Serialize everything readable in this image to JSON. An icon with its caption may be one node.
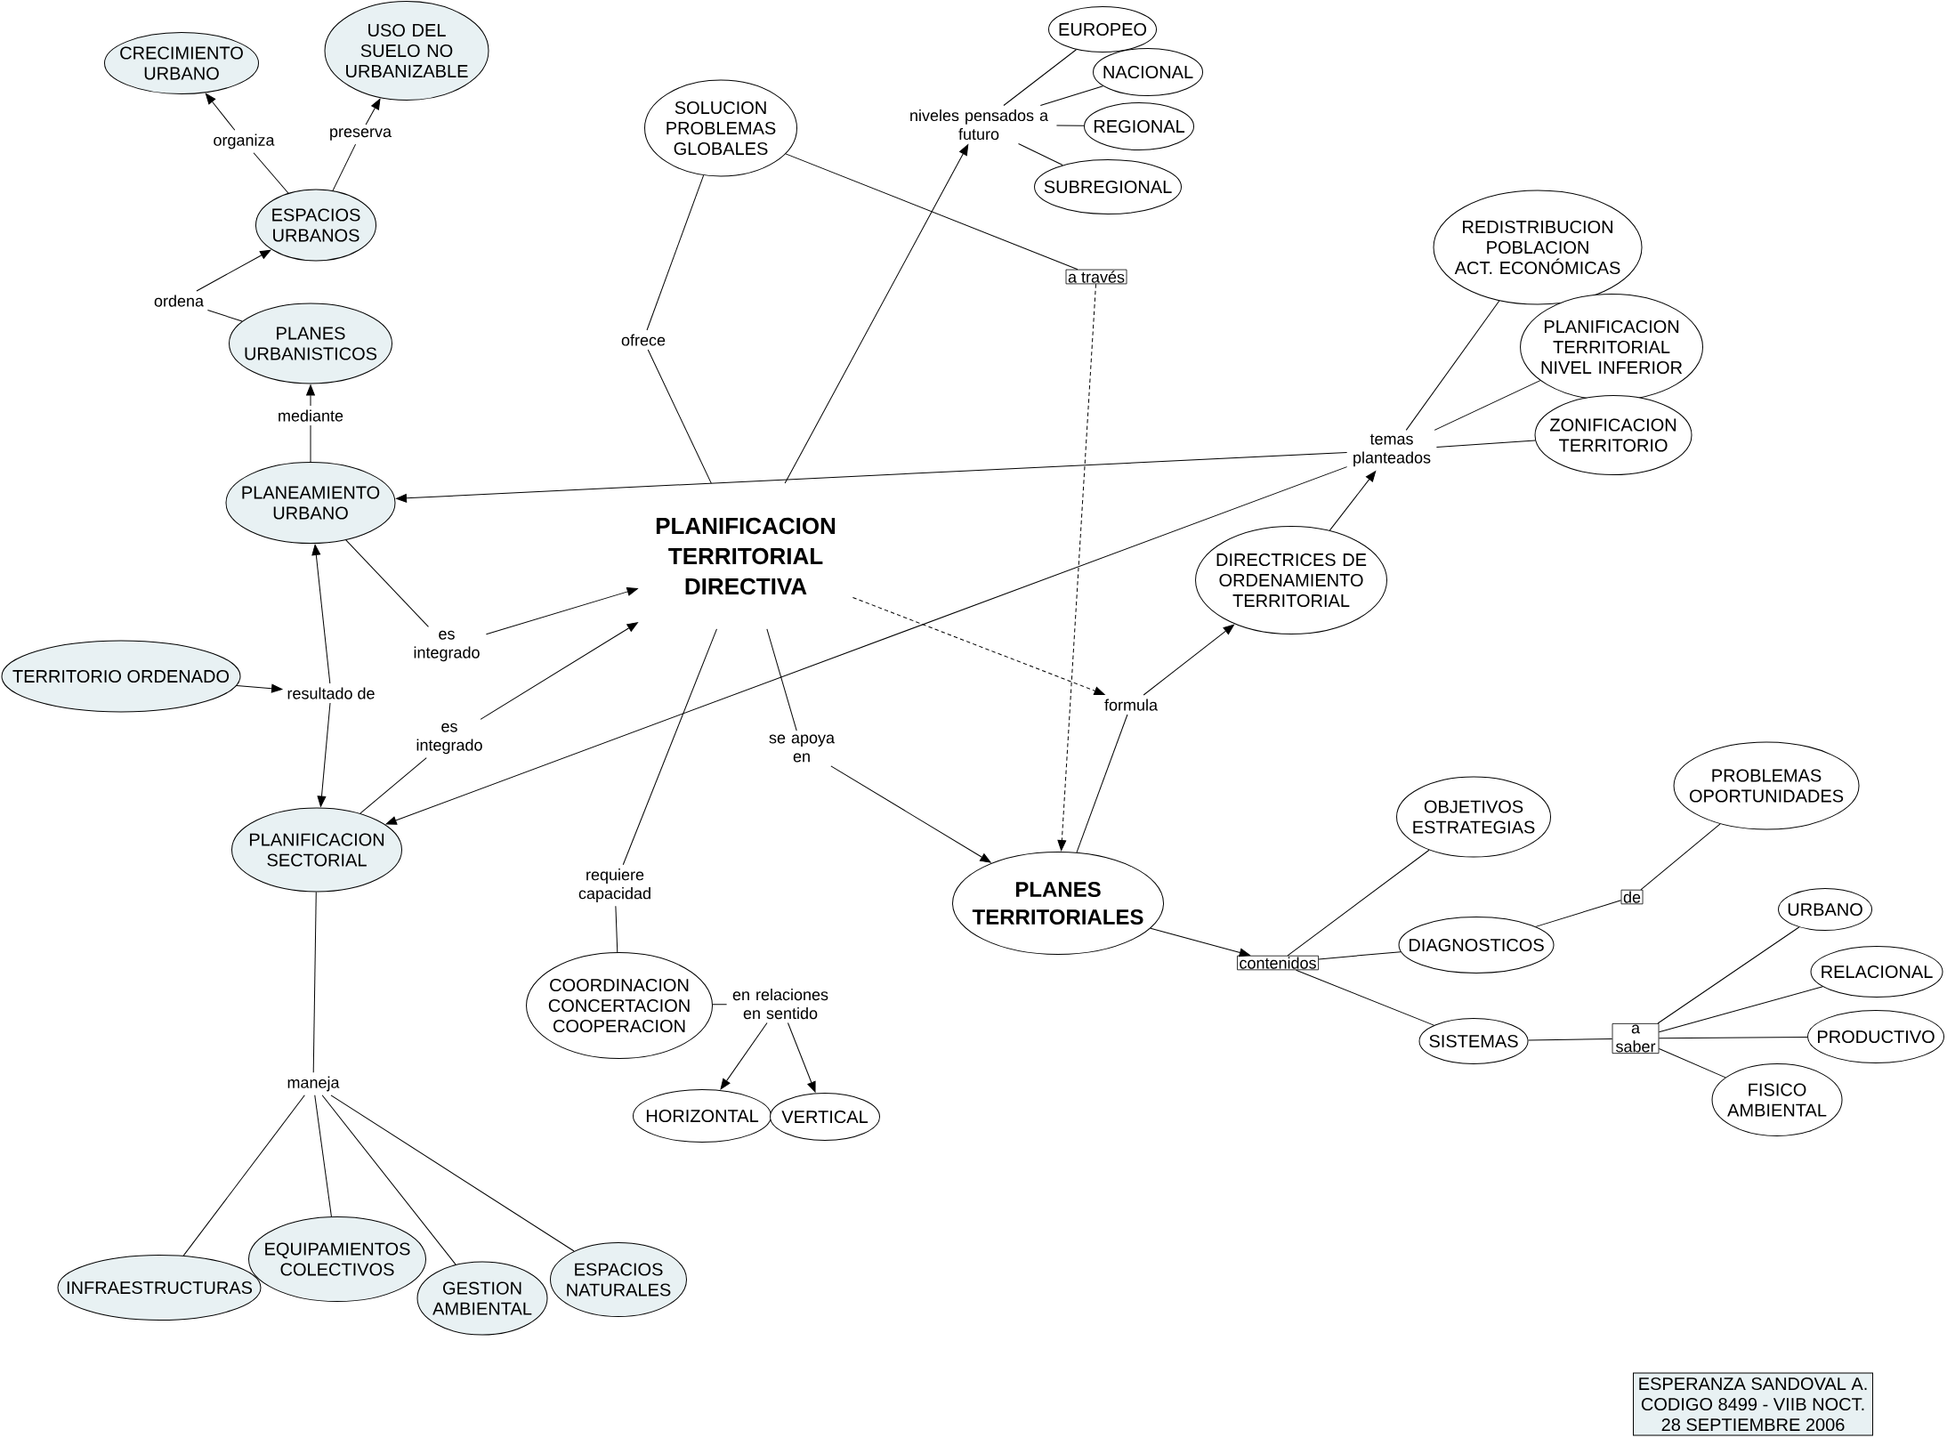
{
  "diagram": {
    "nodes": [
      {
        "text": [
          "CRECIMIENTO URBANO"
        ]
      },
      {
        "text": [
          "USO DEL SUELO NO URBANIZABLE"
        ]
      },
      {
        "text": [
          "EUROPEO"
        ]
      },
      {
        "text": [
          "NACIONAL"
        ]
      },
      {
        "text": [
          "SOLUCION PROBLEMAS GLOBALES"
        ]
      },
      {
        "text": [
          "niveles pensados a futuro"
        ]
      },
      {
        "text": [
          "REGIONAL"
        ]
      },
      {
        "text": [
          "organiza"
        ]
      },
      {
        "text": [
          "preserva"
        ]
      },
      {
        "text": [
          "SUBREGIONAL"
        ]
      },
      {
        "text": [
          "ESPACIOS URBANOS"
        ]
      },
      {
        "text": [
          "REDISTRIBUCION POBLACION ACT. ECONÓMICAS"
        ]
      },
      {
        "text": [
          "a través"
        ]
      },
      {
        "text": [
          "ordena"
        ]
      },
      {
        "text": [
          "PLANIFICACION TERRITORIAL NIVEL INFERIOR"
        ]
      },
      {
        "text": [
          "PLANES URBANISTICOS"
        ]
      },
      {
        "text": [
          "ofrece"
        ]
      },
      {
        "text": [
          "mediante"
        ]
      },
      {
        "text": [
          "ZONIFICACION TERRITORIO"
        ]
      },
      {
        "text": [
          "temas planteados"
        ]
      },
      {
        "text": [
          "PLANEAMIENTO URBANO"
        ]
      },
      {
        "text": [
          "PLANIFICACION TERRITORIAL DIRECTIVA"
        ]
      },
      {
        "text": [
          "DIRECTRICES DE ORDENAMIENTO TERRITORIAL"
        ]
      },
      {
        "text": [
          "es integrado"
        ]
      },
      {
        "text": [
          "TERRITORIO ORDENADO"
        ]
      },
      {
        "text": [
          "resultado de"
        ]
      },
      {
        "text": [
          "formula"
        ]
      },
      {
        "text": [
          "es integrado"
        ]
      },
      {
        "text": [
          "se apoya en"
        ]
      },
      {
        "text": [
          "PLANIFICACION SECTORIAL"
        ]
      },
      {
        "text": [
          "PLANES TERRITORIALES"
        ]
      },
      {
        "text": [
          "PROBLEMAS OPORTUNIDADES"
        ]
      },
      {
        "text": [
          "OBJETIVOS ESTRATEGIAS"
        ]
      },
      {
        "text": [
          "requiere capacidad"
        ]
      },
      {
        "text": [
          "de"
        ]
      },
      {
        "text": [
          "URBANO"
        ]
      },
      {
        "text": [
          "DIAGNOSTICOS"
        ]
      },
      {
        "text": [
          "contenidos"
        ]
      },
      {
        "text": [
          "RELACIONAL"
        ]
      },
      {
        "text": [
          "COORDINACION CONCERTACION COOPERACION"
        ]
      },
      {
        "text": [
          "en relaciones en sentido"
        ]
      },
      {
        "text": [
          "a saber"
        ]
      },
      {
        "text": [
          "SISTEMAS"
        ]
      },
      {
        "text": [
          "PRODUCTIVO"
        ]
      },
      {
        "text": [
          "FISICO AMBIENTAL"
        ]
      },
      {
        "text": [
          "maneja"
        ]
      },
      {
        "text": [
          "HORIZONTAL"
        ]
      },
      {
        "text": [
          "VERTICAL"
        ]
      },
      {
        "text": [
          "INFRAESTRUCTURAS"
        ]
      },
      {
        "text": [
          "EQUIPAMIENTOS COLECTIVOS"
        ]
      },
      {
        "text": [
          "GESTION AMBIENTAL"
        ]
      },
      {
        "text": [
          "ESPACIOS NATURALES"
        ]
      },
      {
        "text": [
          "ESPERANZA SANDOVAL A.",
          "CODIGO 8499 - VIIB NOCT.",
          "28 SEPTIEMBRE 2006"
        ]
      }
    ],
    "edges": [
      {
        "from": 10,
        "to": 7,
        "arrow": "none"
      },
      {
        "from": 7,
        "to": 0,
        "arrow": "to"
      },
      {
        "from": 10,
        "to": 8,
        "arrow": "none"
      },
      {
        "from": 8,
        "to": 1,
        "arrow": "to"
      },
      {
        "from": 5,
        "to": 2,
        "arrow": "none"
      },
      {
        "from": 5,
        "to": 3,
        "arrow": "none"
      },
      {
        "from": 5,
        "to": 6,
        "arrow": "none"
      },
      {
        "from": 5,
        "to": 9,
        "arrow": "none"
      },
      {
        "from": 15,
        "to": 13,
        "arrow": "none"
      },
      {
        "from": 13,
        "to": 10,
        "arrow": "to"
      },
      {
        "from": 4,
        "to": 12,
        "arrow": "none"
      },
      {
        "from": 12,
        "to": 30,
        "arrow": "to",
        "style": "dashed"
      },
      {
        "from": 21,
        "to": 16,
        "arrow": "none"
      },
      {
        "from": 16,
        "to": 4,
        "arrow": "none"
      },
      {
        "from": 21,
        "to": 5,
        "arrow": "to"
      },
      {
        "from": 20,
        "to": 17,
        "arrow": "none"
      },
      {
        "from": 17,
        "to": 15,
        "arrow": "to"
      },
      {
        "from": 19,
        "to": 11,
        "arrow": "none"
      },
      {
        "from": 19,
        "to": 14,
        "arrow": "none"
      },
      {
        "from": 19,
        "to": 18,
        "arrow": "none"
      },
      {
        "from": 19,
        "to": 20,
        "arrow": "to"
      },
      {
        "from": 19,
        "to": 29,
        "arrow": "to"
      },
      {
        "from": 22,
        "to": 19,
        "arrow": "to"
      },
      {
        "from": 20,
        "to": 23,
        "arrow": "none"
      },
      {
        "from": 23,
        "to": 21,
        "arrow": "to"
      },
      {
        "from": 24,
        "to": 25,
        "arrow": "to"
      },
      {
        "from": 25,
        "to": 20,
        "arrow": "to"
      },
      {
        "from": 25,
        "to": 29,
        "arrow": "to"
      },
      {
        "from": 21,
        "to": 26,
        "arrow": "to",
        "style": "dashed"
      },
      {
        "from": 30,
        "to": 26,
        "arrow": "none"
      },
      {
        "from": 26,
        "to": 22,
        "arrow": "to"
      },
      {
        "from": 29,
        "to": 27,
        "arrow": "none"
      },
      {
        "from": 27,
        "to": 21,
        "arrow": "to"
      },
      {
        "from": 21,
        "to": 28,
        "arrow": "none"
      },
      {
        "from": 28,
        "to": 30,
        "arrow": "to"
      },
      {
        "from": 21,
        "to": 33,
        "arrow": "none"
      },
      {
        "from": 33,
        "to": 39,
        "arrow": "none"
      },
      {
        "from": 39,
        "to": 40,
        "arrow": "none"
      },
      {
        "from": 40,
        "to": 46,
        "arrow": "to"
      },
      {
        "from": 40,
        "to": 47,
        "arrow": "to"
      },
      {
        "from": 30,
        "to": 37,
        "arrow": "to"
      },
      {
        "from": 37,
        "to": 32,
        "arrow": "none"
      },
      {
        "from": 37,
        "to": 36,
        "arrow": "none"
      },
      {
        "from": 37,
        "to": 42,
        "arrow": "none"
      },
      {
        "from": 36,
        "to": 34,
        "arrow": "none"
      },
      {
        "from": 34,
        "to": 31,
        "arrow": "none"
      },
      {
        "from": 42,
        "to": 41,
        "arrow": "none"
      },
      {
        "from": 41,
        "to": 35,
        "arrow": "none"
      },
      {
        "from": 41,
        "to": 38,
        "arrow": "none"
      },
      {
        "from": 41,
        "to": 43,
        "arrow": "none"
      },
      {
        "from": 41,
        "to": 44,
        "arrow": "none"
      },
      {
        "from": 29,
        "to": 45,
        "arrow": "none"
      },
      {
        "from": 45,
        "to": 48,
        "arrow": "none"
      },
      {
        "from": 45,
        "to": 49,
        "arrow": "none"
      },
      {
        "from": 45,
        "to": 50,
        "arrow": "none"
      },
      {
        "from": 45,
        "to": 51,
        "arrow": "none"
      }
    ]
  }
}
